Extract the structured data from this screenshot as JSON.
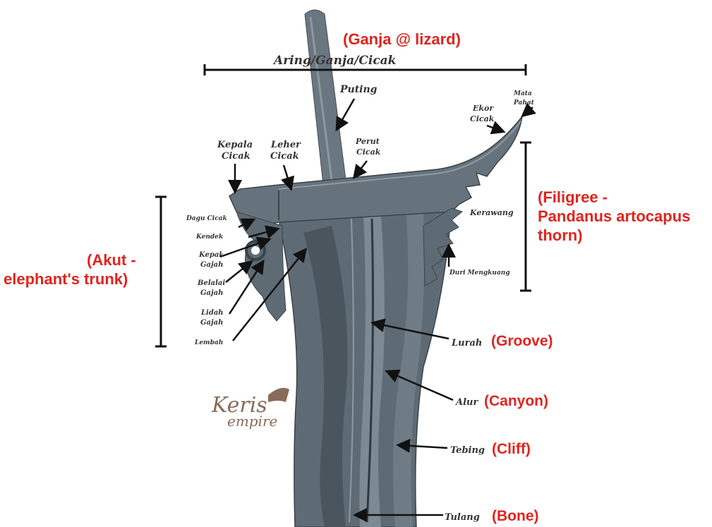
{
  "headings": {
    "ganja_red": "(Ganja @ lizard)",
    "aring": "Aring/Ganja/Cicak",
    "akut_red_1": "(Akut -",
    "akut_red_2": "elephant's trunk)",
    "filigree_red_1": "(Filigree -",
    "filigree_red_2": "Pandanus artocapus",
    "filigree_red_3": "thorn)"
  },
  "parts": {
    "puting": "Puting",
    "mata_pahat_1": "Mata",
    "mata_pahat_2": "Pahat",
    "ekor_cicak_1": "Ekor",
    "ekor_cicak_2": "Cicak",
    "kepala_cicak_1": "Kepala",
    "kepala_cicak_2": "Cicak",
    "leher_cicak_1": "Leher",
    "leher_cicak_2": "Cicak",
    "perut_cicak_1": "Perut",
    "perut_cicak_2": "Cicak",
    "dagu_cicak": "Dagu Cicak",
    "kendek": "Kendek",
    "kepak_gajah_1": "Kepak",
    "kepak_gajah_2": "Gajah",
    "belalai_gajah_1": "Belalai",
    "belalai_gajah_2": "Gajah",
    "lidah_gajah_1": "Lidah",
    "lidah_gajah_2": "Gajah",
    "lembah": "Lembah",
    "kerawang": "Kerawang",
    "duri_mengkuang": "Duri Mengkuang"
  },
  "blade_parts": [
    {
      "name": "Lurah",
      "english": "(Groove)"
    },
    {
      "name": "Alur",
      "english": "(Canyon)"
    },
    {
      "name": "Tebing",
      "english": "(Cliff)"
    },
    {
      "name": "Tulang",
      "english": "(Bone)"
    }
  ],
  "watermark": {
    "line1": "Keris",
    "line2": "empire"
  },
  "colors": {
    "label_red": "#e0241f",
    "blade": "#5e6b74",
    "blade_dark": "#3c454c",
    "blade_light": "#8a969e"
  }
}
